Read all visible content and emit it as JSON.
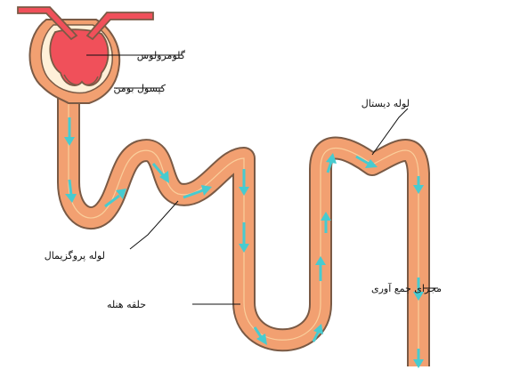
{
  "labels": {
    "glomerulus": "گلومرولوس",
    "bowman_capsule": "کپسول بومن",
    "proximal_tubule": "لوله پروگزیمال",
    "loop_of_henle": "حلقه هنله",
    "distal_tubule": "لوله دیستال",
    "collecting_duct": "مجرای جمع آوری"
  },
  "colors": {
    "tubule_fill": "#f2a071",
    "tubule_outline": "#7a5a45",
    "capsule_inner": "#fff0d8",
    "glomerulus_fill": "#f0505a",
    "flow_arrow": "#47cbd0"
  }
}
